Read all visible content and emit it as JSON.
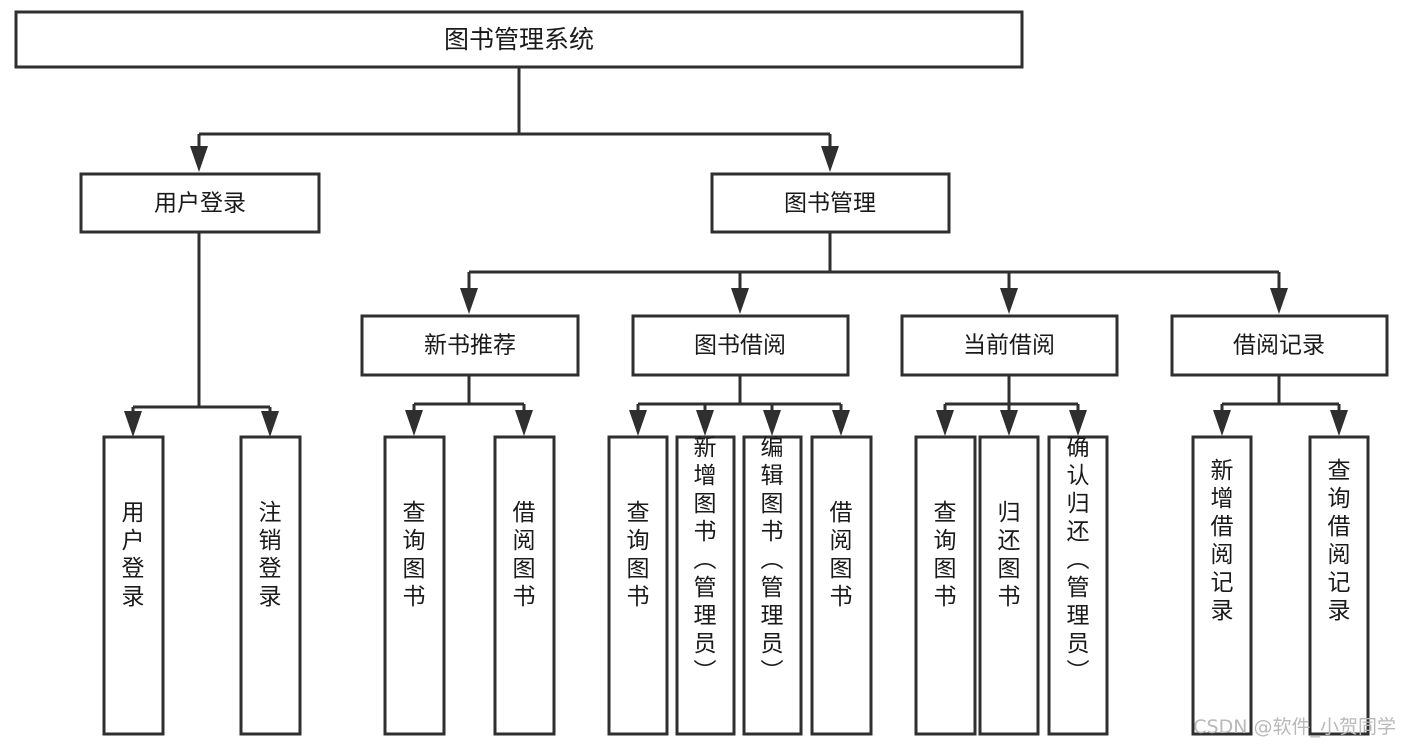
{
  "diagram": {
    "type": "hierarchy-tree",
    "title": "图书管理系统",
    "background_color": "#ffffff",
    "line_color": "#2f2f2f",
    "text_color": "#1a1a1a",
    "root": {
      "label": "图书管理系统",
      "orientation": "horizontal"
    },
    "level2": [
      {
        "label": "用户登录",
        "orientation": "horizontal"
      },
      {
        "label": "图书管理",
        "orientation": "horizontal"
      }
    ],
    "level3": [
      {
        "label": "新书推荐",
        "orientation": "horizontal"
      },
      {
        "label": "图书借阅",
        "orientation": "horizontal"
      },
      {
        "label": "当前借阅",
        "orientation": "horizontal"
      },
      {
        "label": "借阅记录",
        "orientation": "horizontal"
      }
    ],
    "leaves": {
      "user_login": [
        {
          "label": "用户登录",
          "orientation": "vertical"
        },
        {
          "label": "注销登录",
          "orientation": "vertical"
        }
      ],
      "new_book_recommend": [
        {
          "label": "查询图书",
          "orientation": "vertical"
        },
        {
          "label": "借阅图书",
          "orientation": "vertical"
        }
      ],
      "book_borrow": [
        {
          "label": "查询图书",
          "orientation": "vertical"
        },
        {
          "label": "新增图书（管理员）",
          "orientation": "vertical"
        },
        {
          "label": "编辑图书（管理员）",
          "orientation": "vertical"
        },
        {
          "label": "借阅图书",
          "orientation": "vertical"
        }
      ],
      "current_borrow": [
        {
          "label": "查询图书",
          "orientation": "vertical"
        },
        {
          "label": "归还图书",
          "orientation": "vertical"
        },
        {
          "label": "确认归还（管理员）",
          "orientation": "vertical"
        }
      ],
      "borrow_record": [
        {
          "label": "新增借阅记录",
          "orientation": "vertical"
        },
        {
          "label": "查询借阅记录",
          "orientation": "vertical"
        }
      ]
    }
  },
  "watermark": {
    "text": "CSDN @软件_小贺同学"
  }
}
